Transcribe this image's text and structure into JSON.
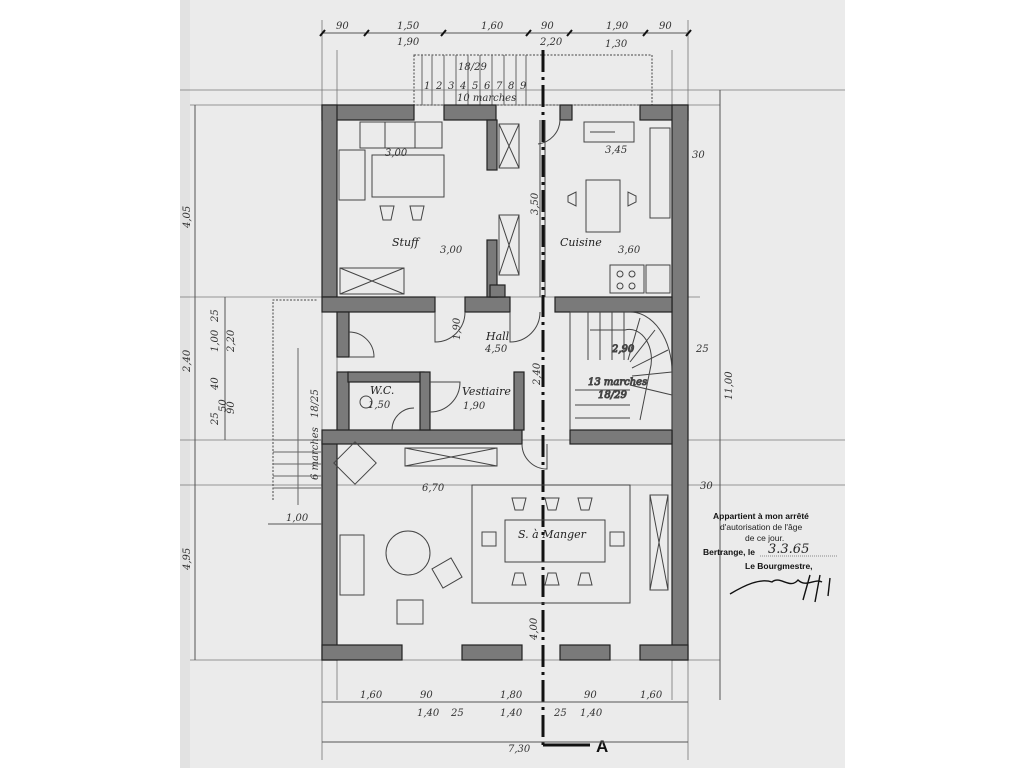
{
  "plan": {
    "rooms": {
      "stuff": "Stuff",
      "cuisine": "Cuisine",
      "hall": "Hall",
      "wc": "W.C.",
      "vestiaire": "Vestiaire",
      "dining": "S. à Manger"
    },
    "room_dims": {
      "stuff_w": "3,00",
      "stuff_w2": "3,00",
      "cuisine_w": "3,45",
      "cuisine_w2": "3,60",
      "hall": "4,50",
      "wc": "1,50",
      "vestiaire": "1,90",
      "dining": "6,70",
      "stair_head": "2,90",
      "cuisine_h": "3,50",
      "dining_h": "4,00",
      "hall_h": "1,90",
      "hall_h2": "2,40"
    },
    "top_dims": {
      "row1": [
        "90",
        "1,50",
        "1,60",
        "90",
        "1,90",
        "90"
      ],
      "row2": [
        "1,90",
        "2,20",
        "1,30"
      ]
    },
    "bottom_dims": {
      "row1": [
        "1,60",
        "90",
        "1,80",
        "90",
        "1,60"
      ],
      "row2": [
        "1,40",
        "25",
        "1,40",
        "25",
        "1,40"
      ],
      "total": "7,30"
    },
    "left_dims": {
      "upper": "4,05",
      "middle": "2,40",
      "lower": "4,95",
      "sub": [
        "25",
        "1,00",
        "2,20",
        "40",
        "25",
        "50",
        "90"
      ],
      "entry_steps": "6 marches",
      "entry_ratio": "18/25",
      "entry_width": "1,00"
    },
    "right_dims": {
      "total": "11,00",
      "wall1": "30",
      "wall2": "25",
      "wall3": "30"
    },
    "stairs": {
      "outer_label": "10 marches",
      "outer_ratio": "18/29",
      "outer_steps": [
        "1",
        "2",
        "3",
        "4",
        "5",
        "6",
        "7",
        "8",
        "9"
      ],
      "inner_label": "13 marches",
      "inner_ratio": "18/29"
    },
    "section_marker": "A"
  },
  "stamp": {
    "line1": "Appartient à mon arrêté",
    "line2": "d'autorisation de l'âge",
    "line3": "de ce jour.",
    "place": "Bertrange, le",
    "date": "3.3.65",
    "title": "Le Bourgmestre,",
    "signature": "signature"
  }
}
